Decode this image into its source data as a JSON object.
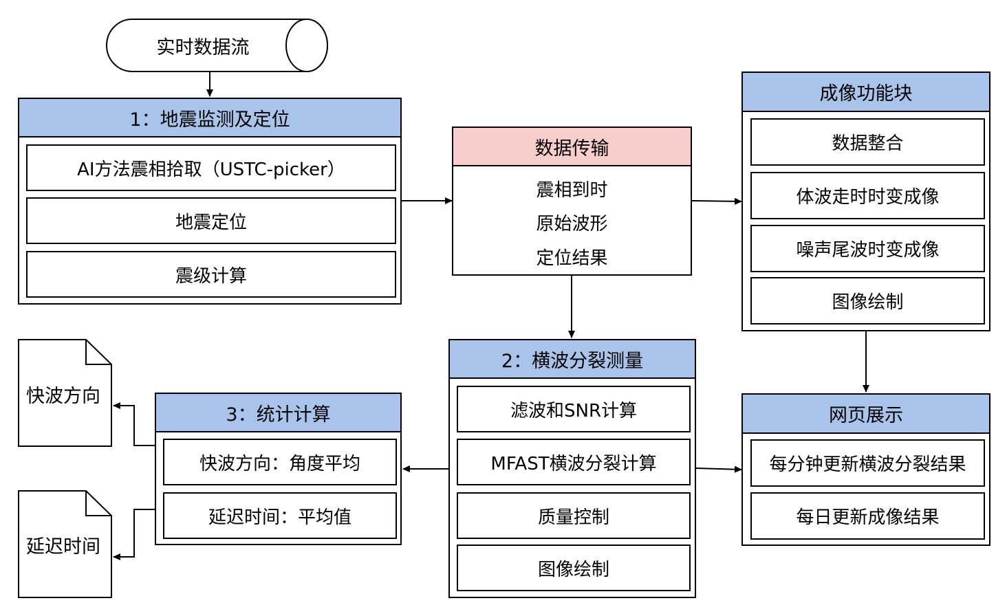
{
  "stream": {
    "label": "实时数据流"
  },
  "monitoring": {
    "title": "1：地震监测及定位",
    "items": [
      "AI方法震相拾取（USTC-picker）",
      "地震定位",
      "震级计算"
    ]
  },
  "transfer": {
    "title": "数据传输",
    "items": [
      "震相到时",
      "原始波形",
      "定位结果"
    ]
  },
  "imaging": {
    "title": "成像功能块",
    "items": [
      "数据整合",
      "体波走时时变成像",
      "噪声尾波时变成像",
      "图像绘制"
    ]
  },
  "splitting": {
    "title": "2：横波分裂测量",
    "items": [
      "滤波和SNR计算",
      "MFAST横波分裂计算",
      "质量控制",
      "图像绘制"
    ]
  },
  "statistics": {
    "title": "3：统计计算",
    "items": [
      "快波方向：角度平均",
      "延迟时间：平均值"
    ]
  },
  "web": {
    "title": "网页展示",
    "items": [
      "每分钟更新横波分裂结果",
      "每日更新成像结果"
    ]
  },
  "outputs": {
    "fast_direction": "快波方向",
    "delay_time": "延迟时间"
  },
  "colors": {
    "header_blue": "#a9c4eb",
    "header_pink": "#f8cecc",
    "border": "#000000"
  }
}
